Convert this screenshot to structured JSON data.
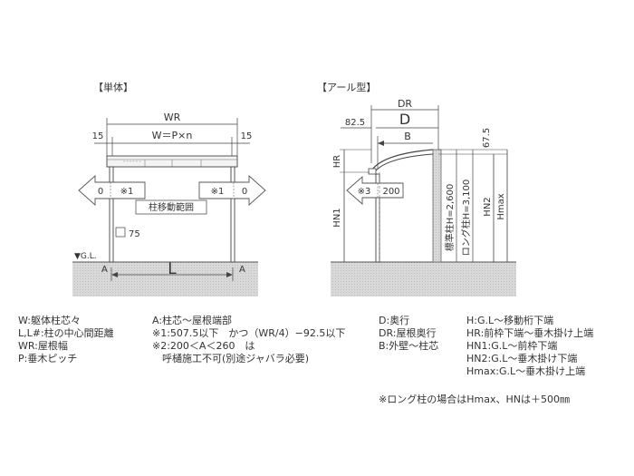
{
  "diagram": {
    "single": {
      "heading": "【単体】",
      "wr": "WR",
      "w_eq": "W＝P×n",
      "left_15": "15",
      "right_15": "15",
      "zero_left": "0",
      "zero_right": "0",
      "note1_left": "※1",
      "note1_right": "※1",
      "post_range": "柱移動範囲",
      "dim_75": "75",
      "gl": "▼G.L.",
      "a_left": "A",
      "a_right": "A",
      "l": "L"
    },
    "arch": {
      "heading": "【アール型】",
      "dr": "DR",
      "d": "D",
      "b": "B",
      "dim_825": "82.5",
      "dim_675": "67.5",
      "hr": "HR",
      "hn1": "HN1",
      "note3": "※3",
      "dim_200": "200",
      "h_std": "標準柱H=2,600",
      "h_long": "ロング柱H=3,100",
      "hn2": "HN2",
      "hmax": "Hmax"
    }
  },
  "legend": {
    "col1": [
      "W:躯体柱芯々",
      "L,L#:柱の中心間距離",
      "WR:屋根幅",
      "P:垂木ピッチ"
    ],
    "col2": [
      "A:柱芯～屋根端部",
      "※1:507.5以下　かつ（WR/4）−92.5以下",
      "※2:200＜A＜260　は",
      "　呼樋施工不可(別途ジャバラ必要)"
    ],
    "col3": [
      "D:奥行",
      "DR:屋根奥行",
      "B:外壁～柱芯"
    ],
    "col4": [
      "H:G.L～移動桁下端",
      "HR:前枠下端～垂木掛け上端",
      "HN1:G.L～前枠下端",
      "HN2:G.L～垂木掛け下端",
      "Hmax:G.L～垂木掛け上端"
    ],
    "footnote": "※ロング柱の場合はHmax、HNは＋500㎜"
  }
}
